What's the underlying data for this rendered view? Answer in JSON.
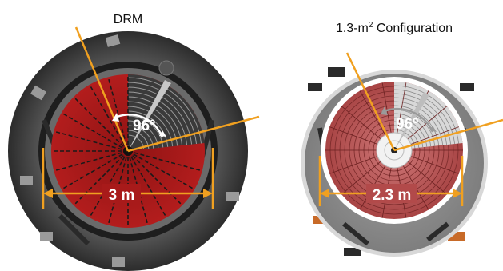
{
  "left_panel": {
    "title": "DRM",
    "angle_label": "96º",
    "diameter_label": "3 m"
  },
  "right_panel": {
    "title_prefix": "1.3-m",
    "title_sup": "2",
    "title_suffix": " Configuration",
    "angle_label": "96º",
    "diameter_label": "2.3 m"
  },
  "colors": {
    "accent_orange": "#f0a020",
    "left_red": "#a81a1a",
    "right_red": "#b24a4a",
    "housing_dark": "#3d3d3d",
    "housing_light": "#8c8c8c"
  }
}
